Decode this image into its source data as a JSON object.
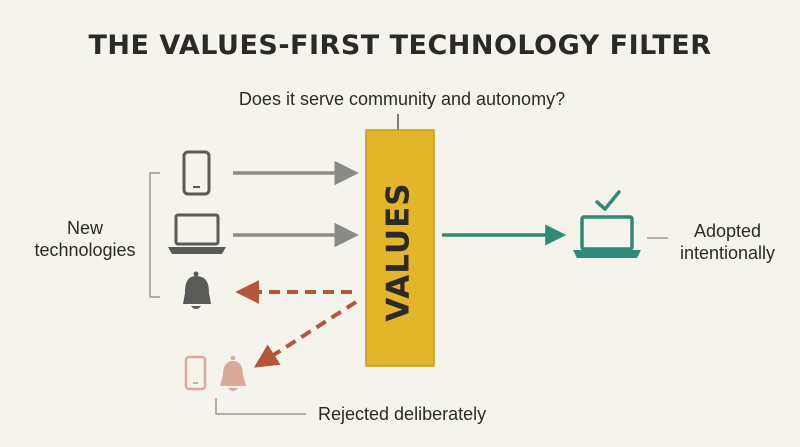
{
  "title": "THE VALUES-FIRST TECHNOLOGY FILTER",
  "question": "Does it serve community and autonomy?",
  "filter_label": "VALUES",
  "labels": {
    "new_technologies_line1": "New",
    "new_technologies_line2": "technologies",
    "adopted_line1": "Adopted",
    "adopted_line2": "intentionally",
    "rejected": "Rejected deliberately"
  },
  "icons": {
    "incoming": [
      "smartphone-icon",
      "laptop-icon",
      "bell-icon"
    ],
    "adopted": "laptop-with-checkmark-icon",
    "rejected": [
      "smartphone-icon",
      "bell-icon"
    ]
  },
  "colors": {
    "filter": "#e3b52b",
    "incoming_arrow": "#8a8a86",
    "adopted_arrow": "#2f8a78",
    "rejected_arrow": "#b5563a",
    "faded_icon": "#d9a99a"
  }
}
